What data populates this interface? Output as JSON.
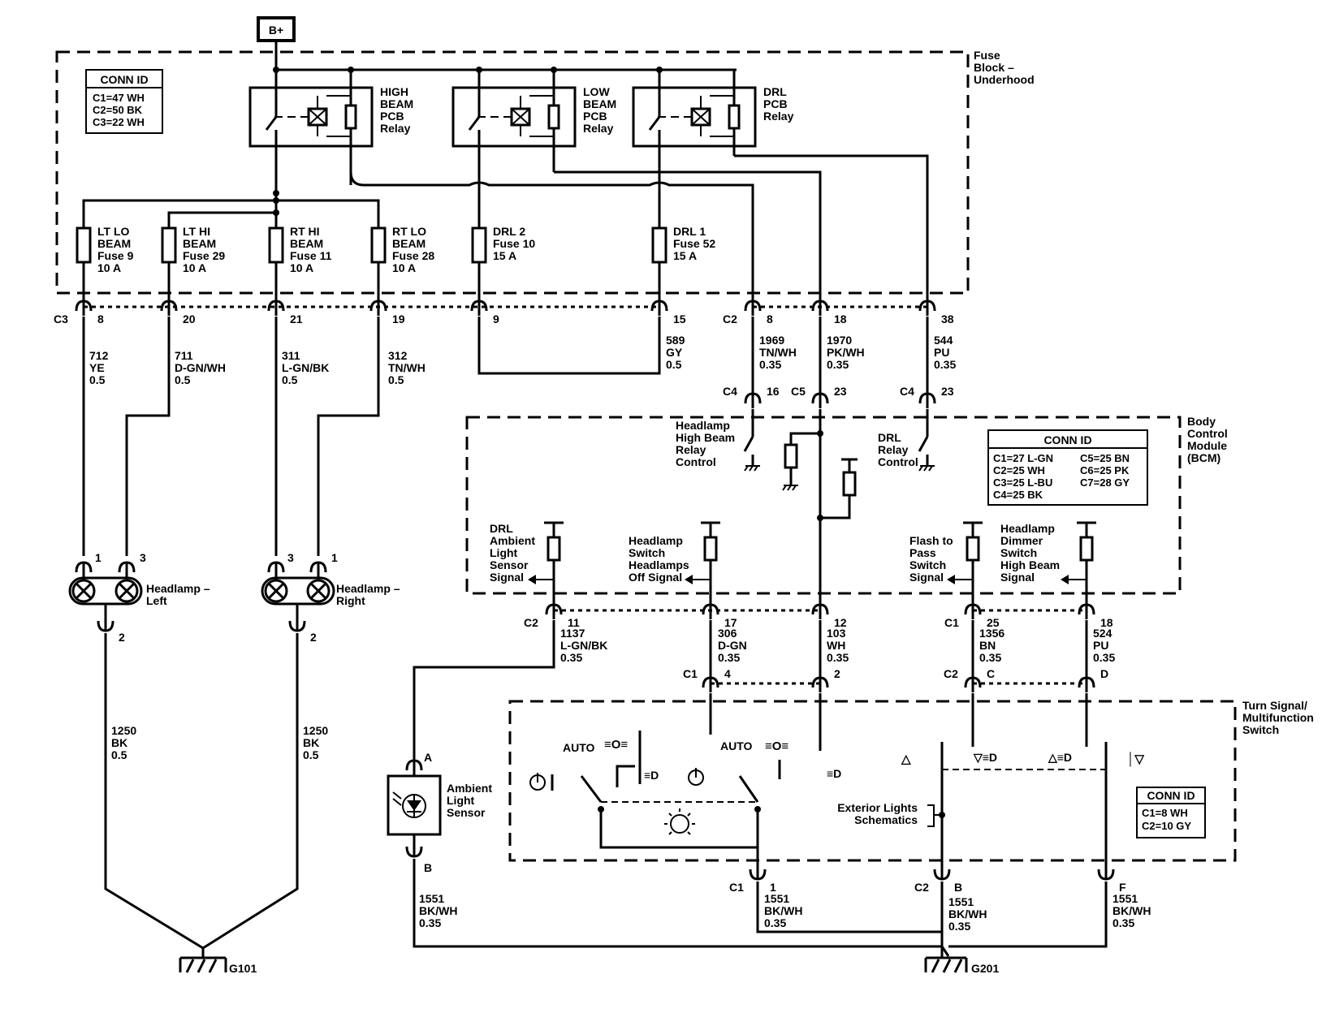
{
  "colors": {
    "ink": "#000000",
    "paper": "#ffffff"
  },
  "power": {
    "label": "B+"
  },
  "fuse_block": {
    "title_lines": [
      "Fuse",
      "Block –",
      "Underhood"
    ]
  },
  "fuse_block_conn": {
    "title": "CONN ID",
    "rows": [
      "C1=47 WH",
      "C2=50 BK",
      "C3=22 WH"
    ]
  },
  "relays": [
    {
      "lines": [
        "HIGH",
        "BEAM",
        "PCB",
        "Relay"
      ]
    },
    {
      "lines": [
        "LOW",
        "BEAM",
        "PCB",
        "Relay"
      ]
    },
    {
      "lines": [
        "DRL",
        "PCB",
        "Relay"
      ]
    }
  ],
  "fuses": [
    {
      "lines": [
        "LT LO",
        "BEAM",
        "Fuse 9",
        "10 A"
      ]
    },
    {
      "lines": [
        "LT HI",
        "BEAM",
        "Fuse 29",
        "10 A"
      ]
    },
    {
      "lines": [
        "RT HI",
        "BEAM",
        "Fuse 11",
        "10 A"
      ]
    },
    {
      "lines": [
        "RT LO",
        "BEAM",
        "Fuse 28",
        "10 A"
      ]
    },
    {
      "lines": [
        "DRL 2",
        "Fuse 10",
        "15 A"
      ]
    },
    {
      "lines": [
        "DRL 1",
        "Fuse 52",
        "15 A"
      ]
    }
  ],
  "connector_labels": {
    "fb_c3": "C3",
    "fb_c2": "C2",
    "bcm_c4a": "C4",
    "bcm_c5": "C5",
    "bcm_c4b": "C4",
    "bcm_c2": "C2",
    "bcm_c1": "C1",
    "sw_c1": "C1",
    "sw_c2": "C2",
    "sw_gnd_c1": "C1",
    "sw_gnd_c2": "C2"
  },
  "pins": [
    {
      "id": "fb_c3_8",
      "label": "8"
    },
    {
      "id": "fb_c3_20",
      "label": "20"
    },
    {
      "id": "fb_c3_21",
      "label": "21"
    },
    {
      "id": "fb_c3_19",
      "label": "19"
    },
    {
      "id": "fb_c3_9",
      "label": "9"
    },
    {
      "id": "fb_c3_15",
      "label": "15"
    },
    {
      "id": "fb_c2_8",
      "label": "8"
    },
    {
      "id": "fb_c2_18",
      "label": "18"
    },
    {
      "id": "fb_c2_38",
      "label": "38"
    },
    {
      "id": "bcm_c4_16",
      "label": "16"
    },
    {
      "id": "bcm_c5_23",
      "label": "23"
    },
    {
      "id": "bcm_c4_23",
      "label": "23"
    },
    {
      "id": "bcm_c2_11",
      "label": "11"
    },
    {
      "id": "bcm_17",
      "label": "17"
    },
    {
      "id": "bcm_12",
      "label": "12"
    },
    {
      "id": "bcm_c1_25",
      "label": "25"
    },
    {
      "id": "bcm_18",
      "label": "18"
    },
    {
      "id": "sw_4",
      "label": "4"
    },
    {
      "id": "sw_2",
      "label": "2"
    },
    {
      "id": "sw_C",
      "label": "C"
    },
    {
      "id": "sw_D",
      "label": "D"
    },
    {
      "id": "hl_left_1",
      "label": "1"
    },
    {
      "id": "hl_left_3",
      "label": "3"
    },
    {
      "id": "hl_right_3",
      "label": "3"
    },
    {
      "id": "hl_right_1",
      "label": "1"
    },
    {
      "id": "hl_left_2",
      "label": "2"
    },
    {
      "id": "hl_right_2",
      "label": "2"
    },
    {
      "id": "als_A",
      "label": "A"
    },
    {
      "id": "als_B",
      "label": "B"
    },
    {
      "id": "sw_g_1",
      "label": "1"
    },
    {
      "id": "sw_g_B",
      "label": "B"
    },
    {
      "id": "sw_g_F",
      "label": "F"
    }
  ],
  "wires": [
    {
      "id": "w712",
      "lines": [
        "712",
        "YE",
        "0.5"
      ]
    },
    {
      "id": "w711",
      "lines": [
        "711",
        "D-GN/WH",
        "0.5"
      ]
    },
    {
      "id": "w311",
      "lines": [
        "311",
        "L-GN/BK",
        "0.5"
      ]
    },
    {
      "id": "w312",
      "lines": [
        "312",
        "TN/WH",
        "0.5"
      ]
    },
    {
      "id": "w589",
      "lines": [
        "589",
        "GY",
        "0.5"
      ]
    },
    {
      "id": "w1969",
      "lines": [
        "1969",
        "TN/WH",
        "0.35"
      ]
    },
    {
      "id": "w1970",
      "lines": [
        "1970",
        "PK/WH",
        "0.35"
      ]
    },
    {
      "id": "w544",
      "lines": [
        "544",
        "PU",
        "0.35"
      ]
    },
    {
      "id": "w1137",
      "lines": [
        "1137",
        "L-GN/BK",
        "0.35"
      ]
    },
    {
      "id": "w306",
      "lines": [
        "306",
        "D-GN",
        "0.35"
      ]
    },
    {
      "id": "w103",
      "lines": [
        "103",
        "WH",
        "0.35"
      ]
    },
    {
      "id": "w1356",
      "lines": [
        "1356",
        "BN",
        "0.35"
      ]
    },
    {
      "id": "w524",
      "lines": [
        "524",
        "PU",
        "0.35"
      ]
    },
    {
      "id": "w1250a",
      "lines": [
        "1250",
        "BK",
        "0.5"
      ]
    },
    {
      "id": "w1250b",
      "lines": [
        "1250",
        "BK",
        "0.5"
      ]
    },
    {
      "id": "w1551a",
      "lines": [
        "1551",
        "BK/WH",
        "0.35"
      ]
    },
    {
      "id": "w1551b",
      "lines": [
        "1551",
        "BK/WH",
        "0.35"
      ]
    },
    {
      "id": "w1551c",
      "lines": [
        "1551",
        "BK/WH",
        "0.35"
      ]
    },
    {
      "id": "w1551d",
      "lines": [
        "1551",
        "BK/WH",
        "0.35"
      ]
    }
  ],
  "bcm": {
    "title_lines": [
      "Body",
      "Control",
      "Module",
      "(BCM)"
    ],
    "hb_relay_control": [
      "Headlamp",
      "High Beam",
      "Relay",
      "Control"
    ],
    "drl_relay_control": [
      "DRL",
      "Relay",
      "Control"
    ],
    "drl_ambient_signal": [
      "DRL",
      "Ambient",
      "Light",
      "Sensor",
      "Signal"
    ],
    "headlamps_off_signal": [
      "Headlamp",
      "Switch",
      "Headlamps",
      "Off Signal"
    ],
    "flash_to_pass_signal": [
      "Flash to",
      "Pass",
      "Switch",
      "Signal"
    ],
    "dimmer_signal": [
      "Headlamp",
      "Dimmer",
      "Switch",
      "High Beam",
      "Signal"
    ],
    "conn_title": "CONN ID",
    "conn_rows": [
      [
        "C1=27 L-GN",
        "C5=25 BN"
      ],
      [
        "C2=25 WH",
        "C6=25 PK"
      ],
      [
        "C3=25 L-BU",
        "C7=28 GY"
      ],
      [
        "C4=25 BK",
        ""
      ]
    ]
  },
  "headlamps": {
    "left_lines": [
      "Headlamp –",
      "Left"
    ],
    "right_lines": [
      "Headlamp –",
      "Right"
    ]
  },
  "ambient_sensor": {
    "lines": [
      "Ambient",
      "Light",
      "Sensor"
    ]
  },
  "switch": {
    "title_lines": [
      "Turn Signal/",
      "Multifunction",
      "Switch"
    ],
    "auto_1": "AUTO",
    "auto_2": "AUTO",
    "exterior_lights_lines": [
      "Exterior Lights",
      "Schematics"
    ],
    "conn_title": "CONN ID",
    "conn_rows": [
      "C1=8 WH",
      "C2=10 GY"
    ]
  },
  "grounds": {
    "g101": "G101",
    "g201": "G201"
  }
}
